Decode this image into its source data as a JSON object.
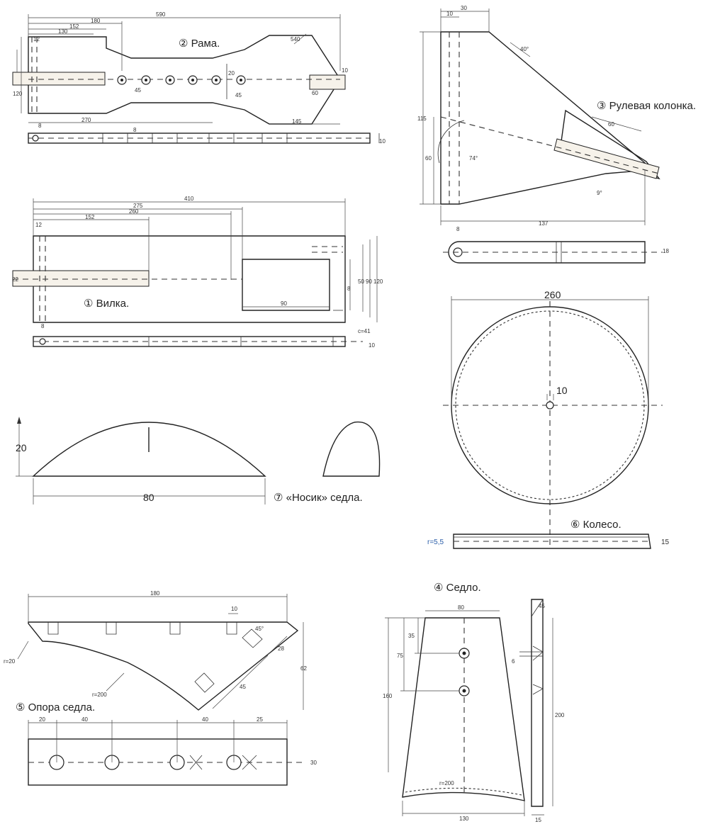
{
  "parts": {
    "frame": {
      "title": "② Рама.",
      "dims": [
        "590",
        "180",
        "152",
        "130",
        "12",
        "540",
        "45",
        "20",
        "45",
        "60",
        "10",
        "270",
        "145",
        "10",
        "8",
        "8",
        "120"
      ]
    },
    "steering": {
      "title": "③ Рулевая колонка.",
      "dims": [
        "30",
        "10",
        "40°",
        "115",
        "60",
        "60",
        "74°",
        "9°",
        "137",
        "8",
        "18"
      ]
    },
    "fork": {
      "title": "① Вилка.",
      "dims": [
        "410",
        "275",
        "260",
        "152",
        "12",
        "22",
        "50",
        "90",
        "120",
        "8",
        "90",
        "8",
        "c=41",
        "10"
      ]
    },
    "saddle_nose": {
      "title": "⑦ «Носик» седла.",
      "dims": [
        "20",
        "80"
      ]
    },
    "wheel": {
      "title": "⑥ Колесо.",
      "dims": [
        "260",
        "10",
        "r=5,5",
        "15"
      ]
    },
    "saddle_support": {
      "title": "⑤ Опора седла.",
      "dims": [
        "180",
        "10",
        "45°",
        "28",
        "45",
        "62",
        "r=20",
        "r=200",
        "20",
        "40",
        "40",
        "25",
        "30"
      ]
    },
    "saddle": {
      "title": "④ Седло.",
      "dims": [
        "80",
        "45",
        "35",
        "75",
        "160",
        "200",
        "r=200",
        "130",
        "15",
        "6"
      ]
    }
  }
}
